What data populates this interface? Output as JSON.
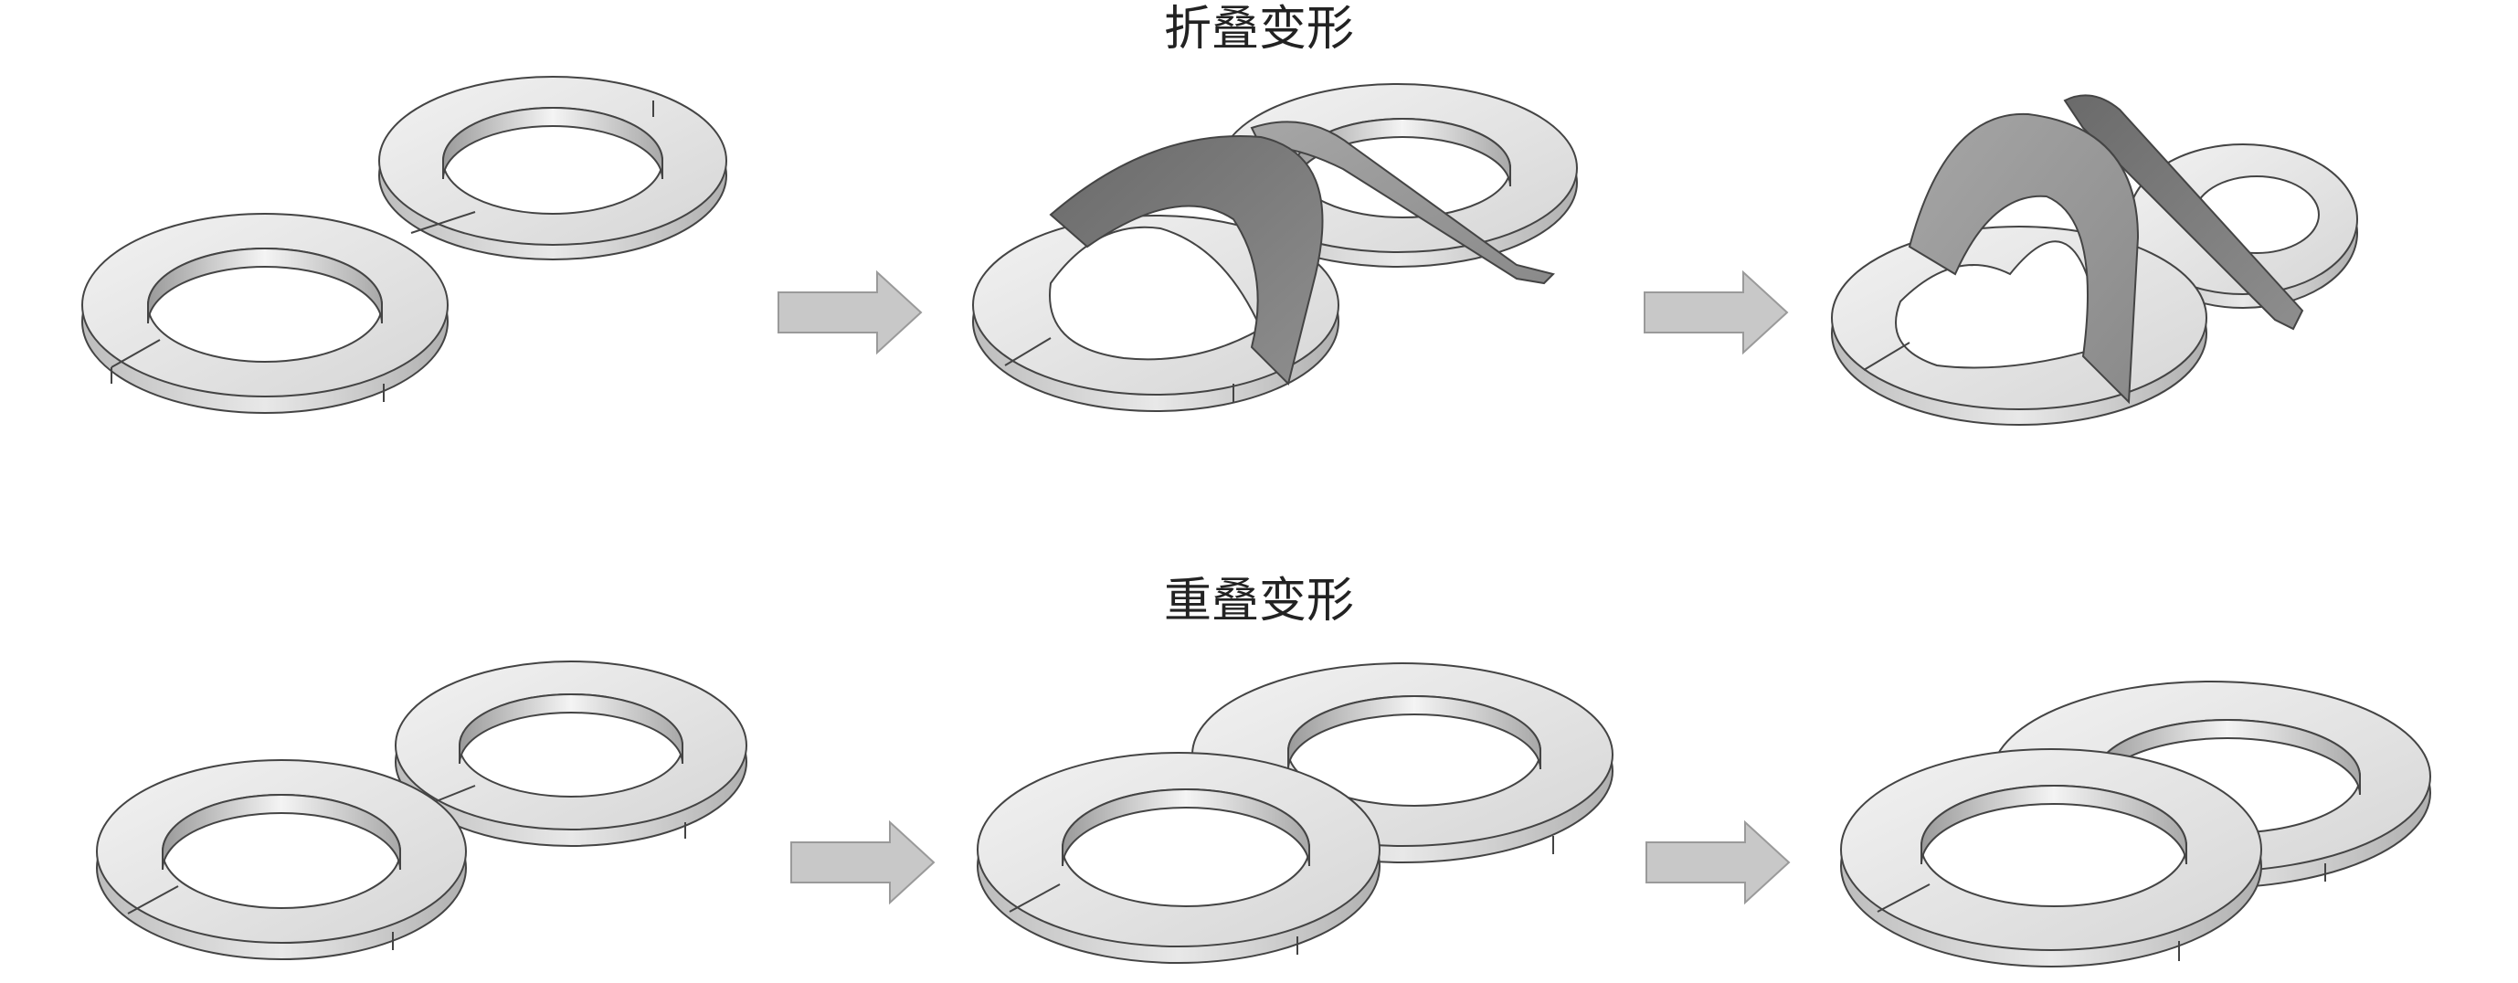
{
  "titles": {
    "fold": "折叠变形",
    "overlap": "重叠变形"
  },
  "rows": [
    {
      "name": "fold-row",
      "stages": [
        "initial",
        "partially-folded",
        "fully-folded"
      ]
    },
    {
      "name": "overlap-row",
      "stages": [
        "initial",
        "partially-overlapped",
        "fully-overlapped"
      ]
    }
  ],
  "colors": {
    "ring_top": "#e4e4e4",
    "ring_side": "#c4c4c4",
    "ring_edge": "#444444",
    "folded_dark": "#7a7a7a",
    "arrow_fill": "#c8c8c8",
    "arrow_stroke": "#9a9a9a"
  }
}
